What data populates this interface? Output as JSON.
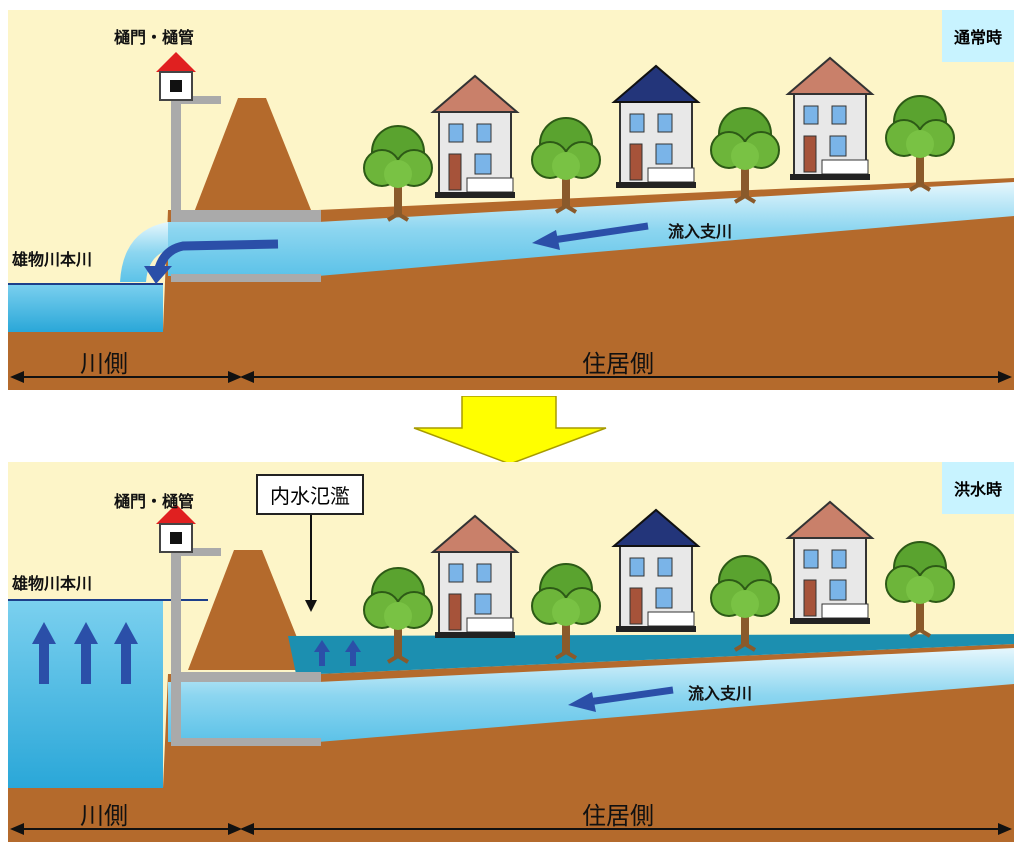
{
  "panels": {
    "normal": {
      "state_label": "通常時",
      "gate_label": "樋門・樋管",
      "main_river_label": "雄物川本川",
      "tributary_label": "流入支川",
      "river_side_label": "川側",
      "residential_side_label": "住居側"
    },
    "flood": {
      "state_label": "洪水時",
      "gate_label": "樋門・樋管",
      "main_river_label": "雄物川本川",
      "tributary_label": "流入支川",
      "river_side_label": "川側",
      "residential_side_label": "住居側",
      "callout_label": "内水氾濫"
    }
  },
  "colors": {
    "sky": "#fdf5c8",
    "ground": "#b46a2c",
    "water": "#8dd6f0",
    "water_deep": "#4fb7e0",
    "flood_water": "#1c8fb0",
    "arrow_blue": "#2b4fa8",
    "transition_arrow": "#ffff00",
    "badge": "#c8f3ff"
  },
  "icons": [
    "gate-house-icon",
    "tree-icon",
    "house-icon",
    "flow-arrow-icon",
    "rise-arrow-icon",
    "down-arrow-icon"
  ]
}
